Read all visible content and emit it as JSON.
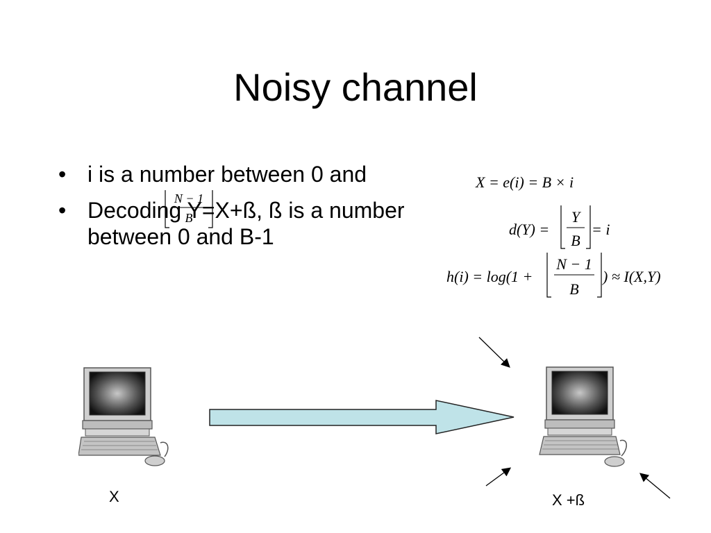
{
  "slide": {
    "title": "Noisy channel",
    "bullets": [
      {
        "text": "i is a number between 0 and"
      },
      {
        "text": "Decoding Y=X+ß, ß is a number between 0 and B-1"
      }
    ],
    "bullet_glyph": "•"
  },
  "formulas": {
    "inline_fraction": {
      "numerator": "N − 1",
      "denominator": "B"
    },
    "encode": "X = e(i) = B × i",
    "decode": {
      "lhs": "d(Y) =",
      "numerator": "Y",
      "denominator": "B",
      "rhs": "= i"
    },
    "entropy": {
      "lhs": "h(i) = log(1 +",
      "numerator": "N − 1",
      "denominator": "B",
      "rhs": ") ≈ I(X,Y)"
    }
  },
  "diagram": {
    "sender_label": "X",
    "receiver_label": "X +ß",
    "icons": [
      "computer-icon",
      "computer-icon"
    ],
    "channel_arrow_color": "#bfe3e8",
    "noise_arrows": 3
  }
}
